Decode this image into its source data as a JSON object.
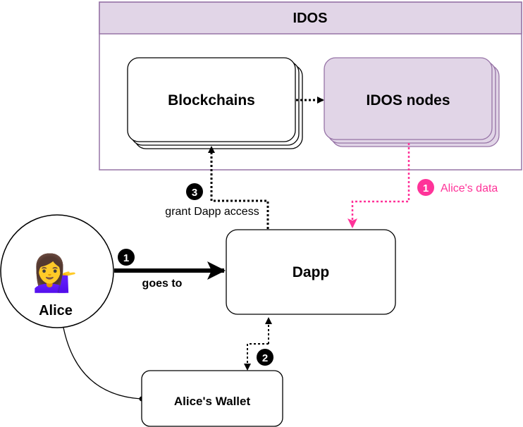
{
  "idos_container": {
    "title": "IDOS",
    "header_color": "#e1d5e7",
    "border_color": "#9673a6"
  },
  "nodes": {
    "blockchains": {
      "label": "Blockchains"
    },
    "idos_nodes": {
      "label": "IDOS nodes",
      "fill": "#e1d5e7",
      "stroke": "#9673a6"
    },
    "dapp": {
      "label": "Dapp"
    },
    "alice": {
      "label": "Alice",
      "emoji": "💁‍♀️"
    },
    "wallet": {
      "label": "Alice's Wallet"
    }
  },
  "steps": {
    "step1_goes_to": {
      "number": "1",
      "label": "goes to"
    },
    "step1_alices_data": {
      "number": "1",
      "label": "Alice's data",
      "color": "#ff3399"
    },
    "step2": {
      "number": "2"
    },
    "step3": {
      "number": "3",
      "label": "grant Dapp access"
    }
  }
}
